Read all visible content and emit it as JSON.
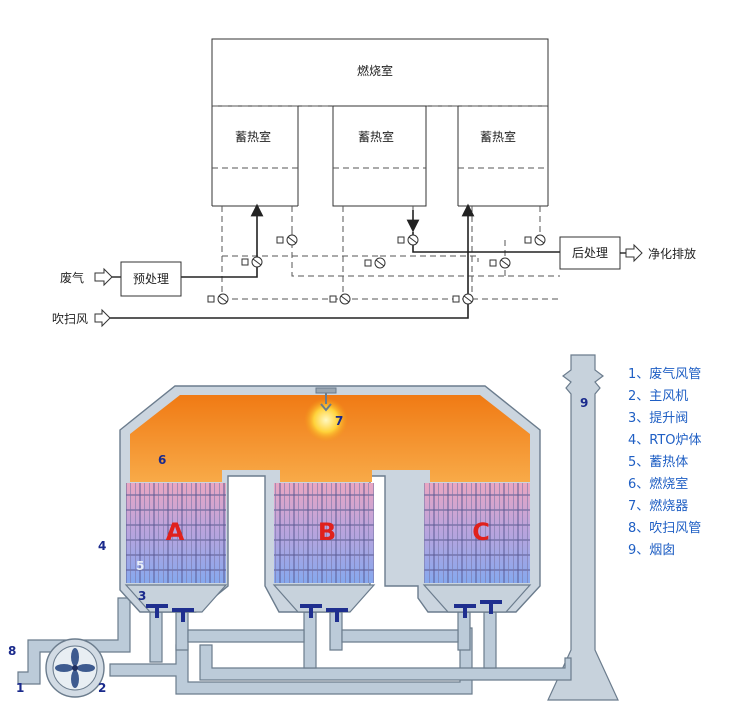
{
  "flow_diagram": {
    "combustion_chamber": "燃烧室",
    "regenerators": [
      "蓄热室",
      "蓄热室",
      "蓄热室"
    ],
    "inlet_gas": "废气",
    "pretreatment": "预处理",
    "purge_air": "吹扫风",
    "posttreatment": "后处理",
    "outlet": "净化排放"
  },
  "schematic": {
    "chamber_letters": [
      "A",
      "B",
      "C"
    ],
    "callouts": {
      "n1": "1",
      "n2": "2",
      "n3": "3",
      "n4": "4",
      "n5": "5",
      "n6": "6",
      "n7": "7",
      "n8": "8",
      "n9": "9"
    },
    "legend": [
      "1、废气风管",
      "2、主风机",
      "3、提升阀",
      "4、RTO炉体",
      "5、蓄热体",
      "6、燃烧室",
      "7、燃烧器",
      "8、吹扫风管",
      "9、烟囱"
    ],
    "colors": {
      "combustion_top": "#f38a1c",
      "combustion_bottom": "#f7a43a",
      "regen_top": "#e6a6c6",
      "regen_bottom": "#8aa6ea",
      "body_gray": "#c4ced8",
      "duct": "#b7c6d6",
      "legend_text": "#1f5fc4",
      "letter_red": "#e0211c"
    }
  }
}
